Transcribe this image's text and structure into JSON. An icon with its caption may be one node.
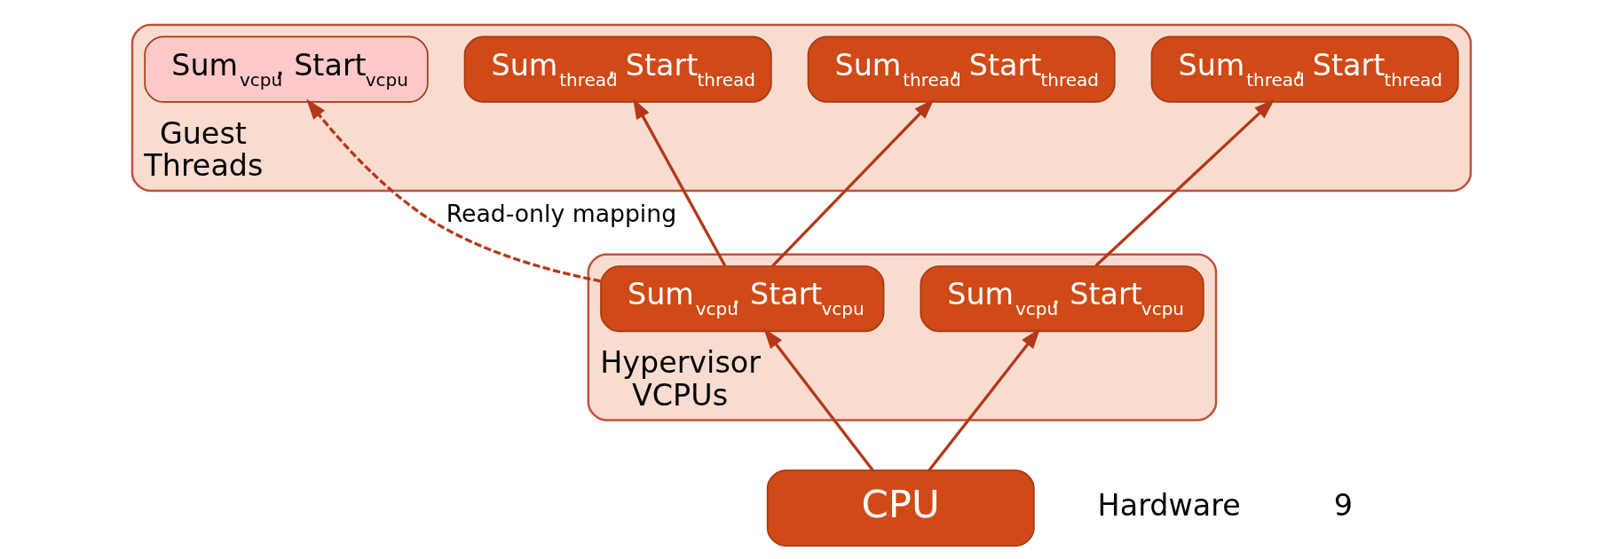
{
  "diagram": {
    "nodes": [
      {
        "text": [
          "Guest",
          "Threads"
        ]
      },
      {
        "text": [
          "Sum$_{vcpu}$, Start$_{vcpu}$"
        ],
        "in": 0
      },
      {
        "text": [
          "Sum$_{thread}$, Start$_{thread}$"
        ],
        "in": 0
      },
      {
        "text": [
          "Sum$_{thread}$, Start$_{thread}$"
        ],
        "in": 0
      },
      {
        "text": [
          "Sum$_{thread}$, Start$_{thread}$"
        ],
        "in": 0
      },
      {
        "text": [
          "Hypervisor",
          "VCPUs"
        ]
      },
      {
        "text": [
          "Sum$_{vcpu}$, Start$_{vcpu}$"
        ],
        "in": 5
      },
      {
        "text": [
          "Sum$_{vcpu}$, Start$_{vcpu}$"
        ],
        "in": 5
      },
      {
        "text": [
          "CPU"
        ]
      }
    ],
    "edges": [
      {
        "from": 6,
        "to": 1,
        "arrow": "to",
        "style": "dashed",
        "label": "Read-only mapping"
      },
      {
        "from": 6,
        "to": 2,
        "arrow": "to"
      },
      {
        "from": 6,
        "to": 3,
        "arrow": "to"
      },
      {
        "from": 7,
        "to": 4,
        "arrow": "to"
      },
      {
        "from": 8,
        "to": 6,
        "arrow": "to"
      },
      {
        "from": 8,
        "to": 7,
        "arrow": "to"
      }
    ],
    "labels": [
      "Hardware",
      "9"
    ]
  }
}
